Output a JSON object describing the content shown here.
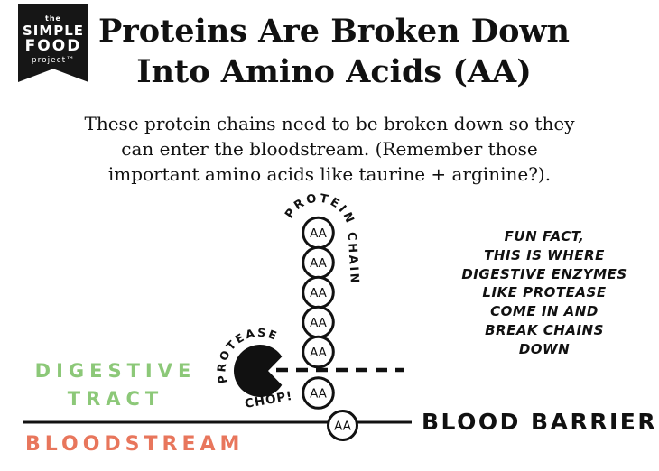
{
  "logo": {
    "the": "the",
    "simple": "SIMPLE",
    "food": "FOOD",
    "project": "project™"
  },
  "title": {
    "line1": "Proteins Are Broken Down",
    "line2": "Into Amino Acids (AA)"
  },
  "subtitle": {
    "line1": "These protein chains need to be broken down so they",
    "line2": "can enter the bloodstream. (Remember those",
    "line3": "important amino acids like taurine + arginine?)."
  },
  "diagram": {
    "protein_chain_label": "PROTEIN CHAIN",
    "aa_label": "AA",
    "protease_label": "PROTEASE",
    "chop_label": "CHOP!",
    "fun_fact": {
      "lines": [
        "FUN FACT,",
        "THIS IS WHERE",
        "DIGESTIVE ENZYMES",
        "LIKE PROTEASE",
        "COME IN AND",
        "BREAK CHAINS",
        "DOWN"
      ]
    },
    "digestive_tract": {
      "line1": "DIGESTIVE",
      "line2": "TRACT"
    },
    "bloodstream_label": "BLOODSTREAM",
    "blood_barrier_label": "BLOOD BARRIER"
  },
  "colors": {
    "digestive_green": "#8cc878",
    "bloodstream_salmon": "#e8765c",
    "ink": "#111111"
  }
}
